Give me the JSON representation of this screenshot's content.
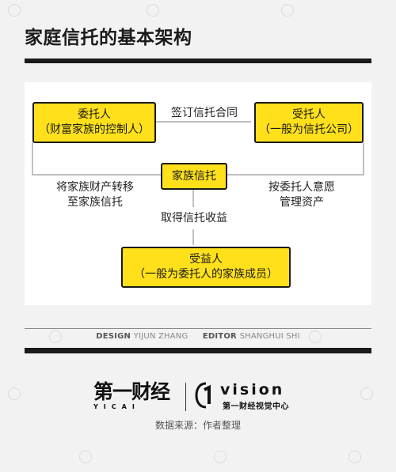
{
  "title": "家庭信托的基本架构",
  "diagram": {
    "settlor": {
      "line1": "委托人",
      "line2": "（财富家族的控制人）"
    },
    "trustee": {
      "line1": "受托人",
      "line2": "（一般为信托公司）"
    },
    "trust": {
      "label": "家族信托"
    },
    "beneficiary": {
      "line1": "受益人",
      "line2": "（一般为委托人的家族成员）"
    },
    "edge_contract": "签订信托合同",
    "edge_transfer": {
      "line1": "将家族财产转移",
      "line2": "至家族信托"
    },
    "edge_manage": {
      "line1": "按委托人意愿",
      "line2": "管理资产"
    },
    "edge_benefit": "取得信托收益",
    "colors": {
      "box_fill": "#ffe01b",
      "line": "#999999",
      "ink": "#1a1a1a"
    }
  },
  "credits": {
    "design_label": "DESIGN",
    "design_name": "YIJUN ZHANG",
    "editor_label": "EDITOR",
    "editor_name": "SHANGHUI SHI"
  },
  "brand": {
    "cn_logo": "第一财经",
    "en_logo": "YICAI",
    "vision_word": "vision",
    "vision_sub": "第一财经视觉中心"
  },
  "source": "数据来源：作者整理"
}
